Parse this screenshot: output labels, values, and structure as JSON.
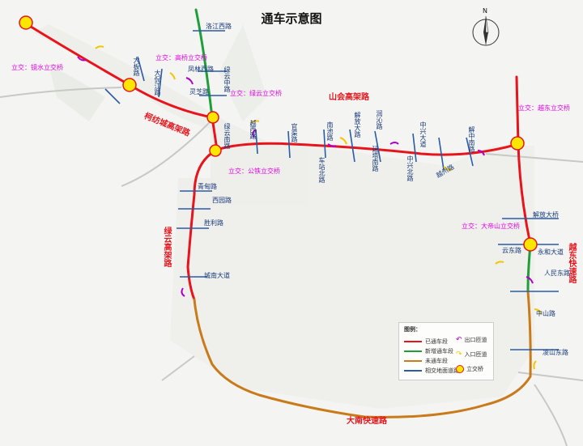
{
  "title": "通车示意图",
  "colors": {
    "opened": "#e8141c",
    "new_opened": "#1f9e3a",
    "not_opened": "#c97a1a",
    "surface_road": "#2a5aa8",
    "exit_ramp": "#b000c8",
    "entry_ramp": "#f5c400",
    "interchange": "#ffe600"
  },
  "highways": {
    "shanhui": "山会高架路",
    "keyuan": "柯纺城高架路",
    "lvyun": "绿云高架路",
    "yuedong": "越东快速路",
    "danan": "大南快速路"
  },
  "interchanges": {
    "jianshui": "立交：镜水立交桥",
    "gaoqiao": "立交：高桥立交桥",
    "lvyun": "立交：绿云立交桥",
    "gongtie": "立交：公铁立交桥",
    "yuedong": "立交：越东立交桥",
    "dadishan": "立交：大帝山立交桥"
  },
  "roads": {
    "daban": "大板路",
    "dajiang": "大侃江路",
    "jiaohui": "洛江西路",
    "fenglin": "凤林西路",
    "lingzhi": "灵芝路",
    "lvyunzhong": "绿云中路",
    "lvyunnan": "绿云南路",
    "yuexi": "越西路",
    "guanqu": "官渠路",
    "nanchi": "南池路",
    "chezhan": "车站北路",
    "jiefang": "解放大路",
    "runxin": "润沁路",
    "yanta": "延塔南路",
    "zhongxing": "中兴大道",
    "zhongxingbei": "中兴北路",
    "yuezhou": "越州路",
    "jiezhong": "解中南路",
    "qinghe": "青甸路",
    "xiyuan": "西园路",
    "shengli": "胜利路",
    "chengnan": "城南大道",
    "shuiyue": "解放大桥",
    "yunxi": "云东路",
    "yonghe": "永和大道",
    "renmin": "人民东路",
    "zhongshan": "中山路",
    "lingshan": "凌山东路"
  },
  "legend": {
    "title": "图例：",
    "opened": "已通车段",
    "new_opened": "新增通车段",
    "not_opened": "未通车段",
    "surface_road": "相交地面道路",
    "exit_ramp": "出口匝道",
    "entry_ramp": "入口匝道",
    "interchange": "立交桥"
  },
  "compass": {
    "north": "N"
  }
}
